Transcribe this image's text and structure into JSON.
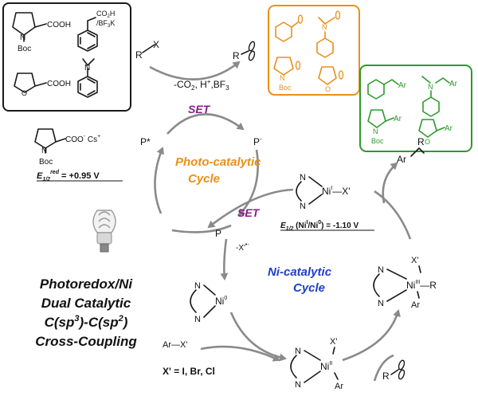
{
  "colors": {
    "orange": "#e8901a",
    "green": "#2e9a2e",
    "purple": "#8b1a8b",
    "blue": "#1f3fc9",
    "cycle_gray": "#8a8a8a",
    "ink": "#111111"
  },
  "top_left_box": {
    "cooh1": "COOH",
    "boc1": "Boc",
    "n1": "N",
    "co2h": "CO",
    "co2h_sub": "2",
    "co2h_h": "H",
    "bf3k": "/BF",
    "bf3k_sub": "3",
    "bf3k_k": "K",
    "cooh2": "COOH",
    "n2": "N"
  },
  "rx": {
    "r": "R",
    "x": "X"
  },
  "reagents": {
    "text": "-CO",
    "sub": "2",
    "rest": ", H",
    "sup": "+",
    "bf3": ",BF",
    "bf3_sub": "3"
  },
  "r_radical": "R",
  "orange_box": {
    "n1": "N",
    "n2": "N",
    "boc": "Boc",
    "o": "O"
  },
  "green_box": {
    "ar1": "Ar",
    "ar2": "Ar",
    "ar3": "Ar",
    "ar4": "Ar",
    "n1": "N",
    "n2": "N",
    "boc": "Boc",
    "o": "O"
  },
  "photo_cycle": {
    "set_top": "SET",
    "p_star": "P*",
    "p_minus": "P",
    "p_minus_sup": "-",
    "title_line1": "Photo-catalytic",
    "title_line2": "Cycle",
    "p": "P"
  },
  "carboxylate": {
    "coo": "COO",
    "coo_sup": "-",
    "cs": " Cs",
    "cs_sup": "+",
    "n": "N",
    "boc": "Boc",
    "e_label": "E",
    "e_sub": "1/2",
    "e_sup": "red",
    "e_value": " = +0.95 V"
  },
  "set_mid": "SET",
  "ni_i": {
    "n_top": "N",
    "n_bot": "N",
    "ni": "Ni",
    "ni_sup": "I",
    "x": "—X'"
  },
  "e_ni": {
    "e": "E",
    "sub": "1/2",
    "rest": " (Ni",
    "sup1": "I",
    "slash": "/Ni",
    "sup2": "0",
    "value": ") = -1.10 V"
  },
  "ar_r": {
    "ar": "Ar",
    "r": "R"
  },
  "minus_x": {
    "text": "-X'",
    "sup": "•-"
  },
  "ni0": {
    "n_top": "N",
    "n_bot": "N",
    "ni": "Ni",
    "sup": "0"
  },
  "ni_cycle": {
    "line1": "Ni-catalytic",
    "line2": "Cycle"
  },
  "ni_iii": {
    "x": "X'",
    "n_top": "N",
    "n_bot": "N",
    "ni": "Ni",
    "sup": "III",
    "r": "—R",
    "ar": "Ar"
  },
  "ni_ii": {
    "x": "X'",
    "n_top": "N",
    "n_bot": "N",
    "ni": "Ni",
    "sup": "II",
    "ar": "Ar"
  },
  "arx": {
    "ar": "Ar",
    "dash": "—",
    "x": "X'"
  },
  "x_def": "X' = I, Br, Cl",
  "r_rad_bottom": "R",
  "headline": {
    "line1": "Photoredox/Ni",
    "line2": "Dual Catalytic",
    "line3a": "C(sp",
    "line3b": "3",
    "line3c": ")-C(sp",
    "line3d": "2",
    "line3e": ")",
    "line4": "Cross-Coupling"
  }
}
